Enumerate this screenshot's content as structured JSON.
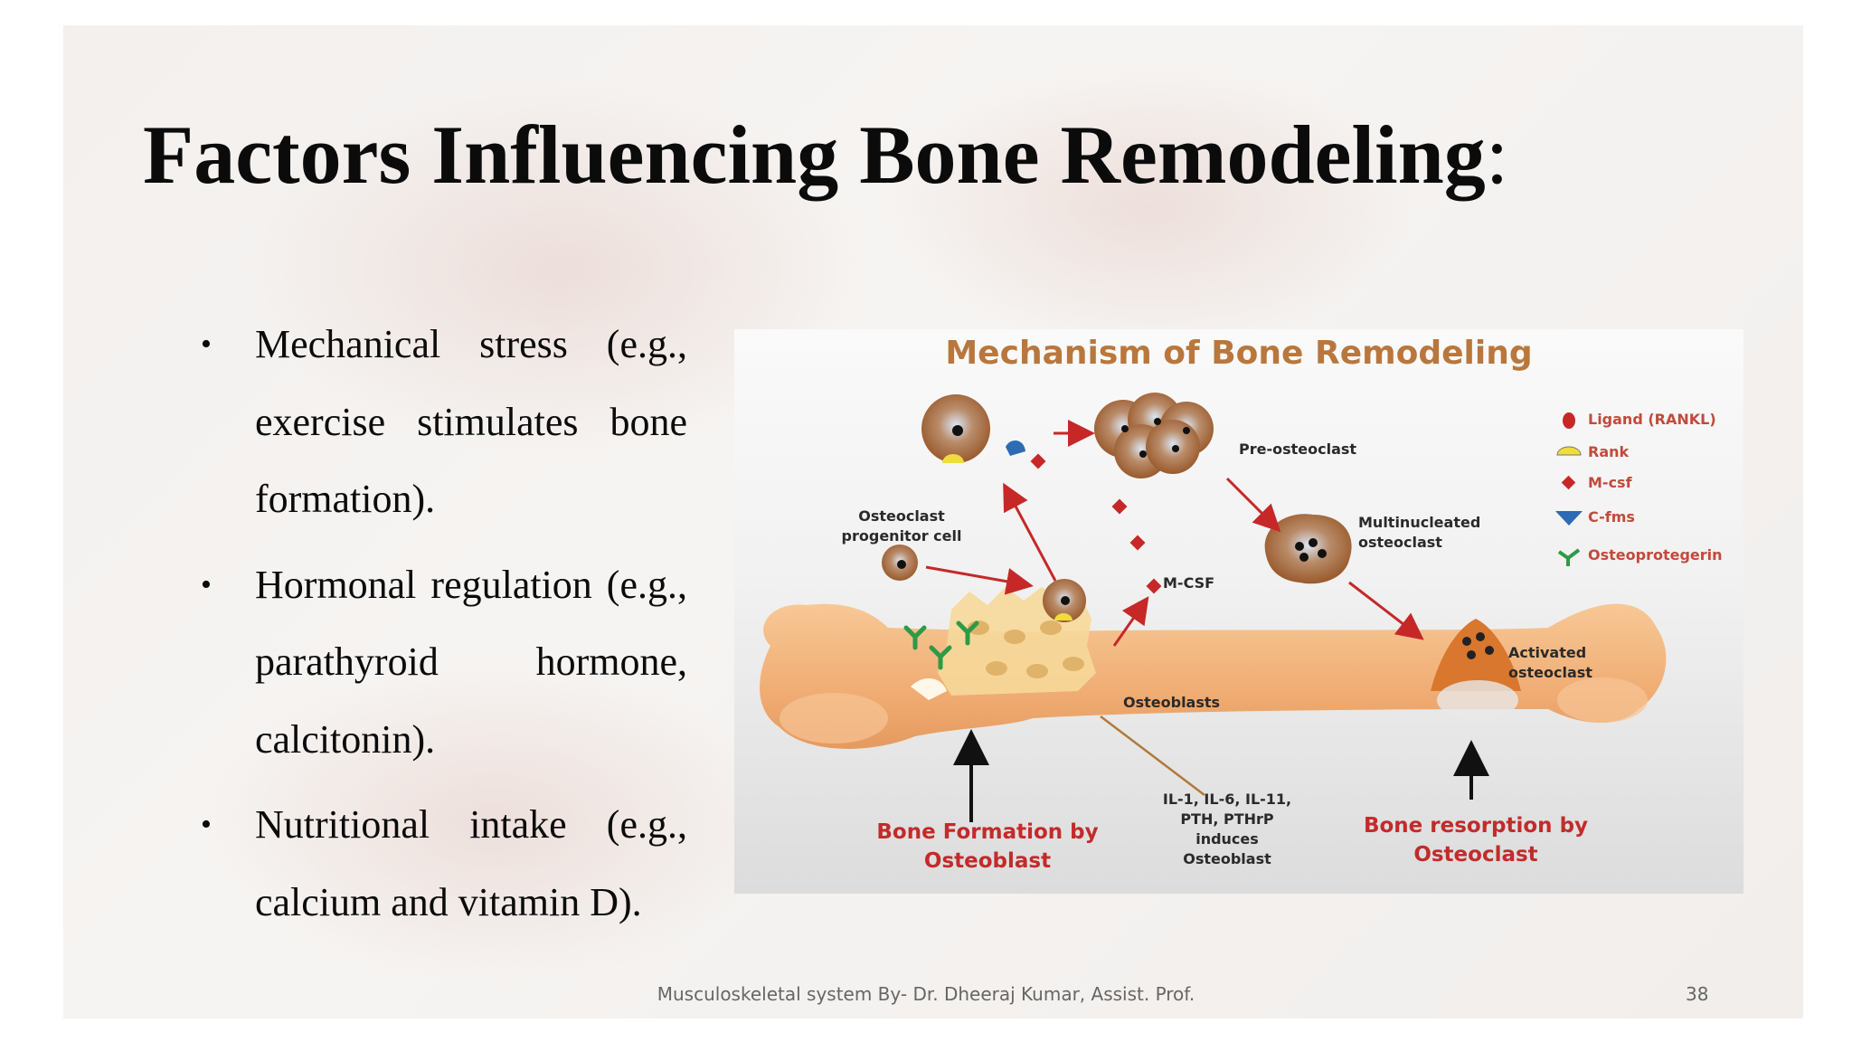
{
  "slide": {
    "title": "Factors Influencing Bone Remodeling",
    "title_suffix": ":",
    "bullets": [
      {
        "text": "Mechanical stress (e.g., exercise stimulates bone formation)."
      },
      {
        "text": "Hormonal regulation (e.g., parathyroid hormone, calcitonin)."
      },
      {
        "text": "Nutritional intake (e.g., calcium and vitamin D)."
      }
    ],
    "bullet_glyph": "•",
    "footer": "Musculoskeletal system By- Dr. Dheeraj Kumar, Assist. Prof.",
    "page_number": "38"
  },
  "figure": {
    "title": "Mechanism of Bone Remodeling",
    "labels": {
      "pre_osteoclast": "Pre-osteoclast",
      "progenitor_line1": "Osteoclast",
      "progenitor_line2": "progenitor cell",
      "mcsf": "M-CSF",
      "multinucleated_line1": "Multinucleated",
      "multinucleated_line2": "osteoclast",
      "activated_line1": "Activated",
      "activated_line2": "osteoclast",
      "osteoblasts": "Osteoblasts",
      "cytokines_line1": "IL-1, IL-6, IL-11,",
      "cytokines_line2": "PTH, PTHrP",
      "cytokines_line3": "induces",
      "cytokines_line4": "Osteoblast",
      "formation_line1": "Bone Formation by",
      "formation_line2": "Osteoblast",
      "resorption_line1": "Bone resorption by",
      "resorption_line2": "Osteoclast"
    },
    "legend": [
      {
        "label": "Ligand (RANKL)",
        "icon": "ligand-icon"
      },
      {
        "label": "Rank",
        "icon": "rank-icon"
      },
      {
        "label": "M-csf",
        "icon": "mcsf-icon"
      },
      {
        "label": "C-fms",
        "icon": "cfms-icon"
      },
      {
        "label": "Osteoprotegerin",
        "icon": "osteoprotegerin-icon"
      }
    ],
    "colors": {
      "title": "#b9773d",
      "bone": "#f2b57e",
      "cell": "#c98a5a",
      "arrow_red": "#c62828",
      "caption_red": "#c22b2b"
    }
  }
}
